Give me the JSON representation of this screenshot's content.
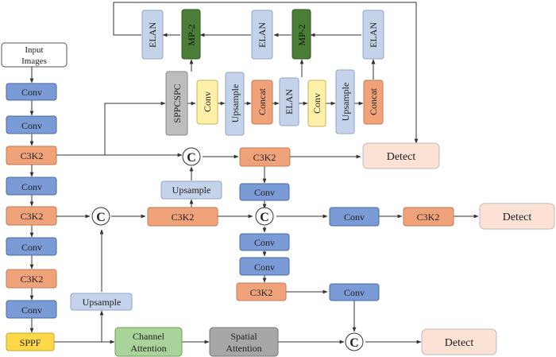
{
  "colors": {
    "conv": "#7b9bd6",
    "c3k2": "#f0a27a",
    "elan": "#c4d3ea",
    "mp": "#4a7d35",
    "sppcspc": "#bdbdbd",
    "upsample": "#c4d3ea",
    "concat": "#f0a27a",
    "conv_yellow": "#fff2a8",
    "detect": "#fbe2d4",
    "sppf": "#ffd84a",
    "channel": "#a9d39a",
    "spatial": "#a7a7a7",
    "input": "#ffffff"
  },
  "labels": {
    "input": "Input Images",
    "conv": "Conv",
    "c3k2": "C3K2",
    "sppf": "SPPF",
    "upsample": "Upsample",
    "concat_symbol": "C",
    "detect": "Detect",
    "channel_attention": "Channel Attention",
    "spatial_attention": "Spatial Attention",
    "elan": "ELAN",
    "mp2": "MP-2",
    "sppcspc": "SPPCSPC",
    "concat": "Concat"
  }
}
